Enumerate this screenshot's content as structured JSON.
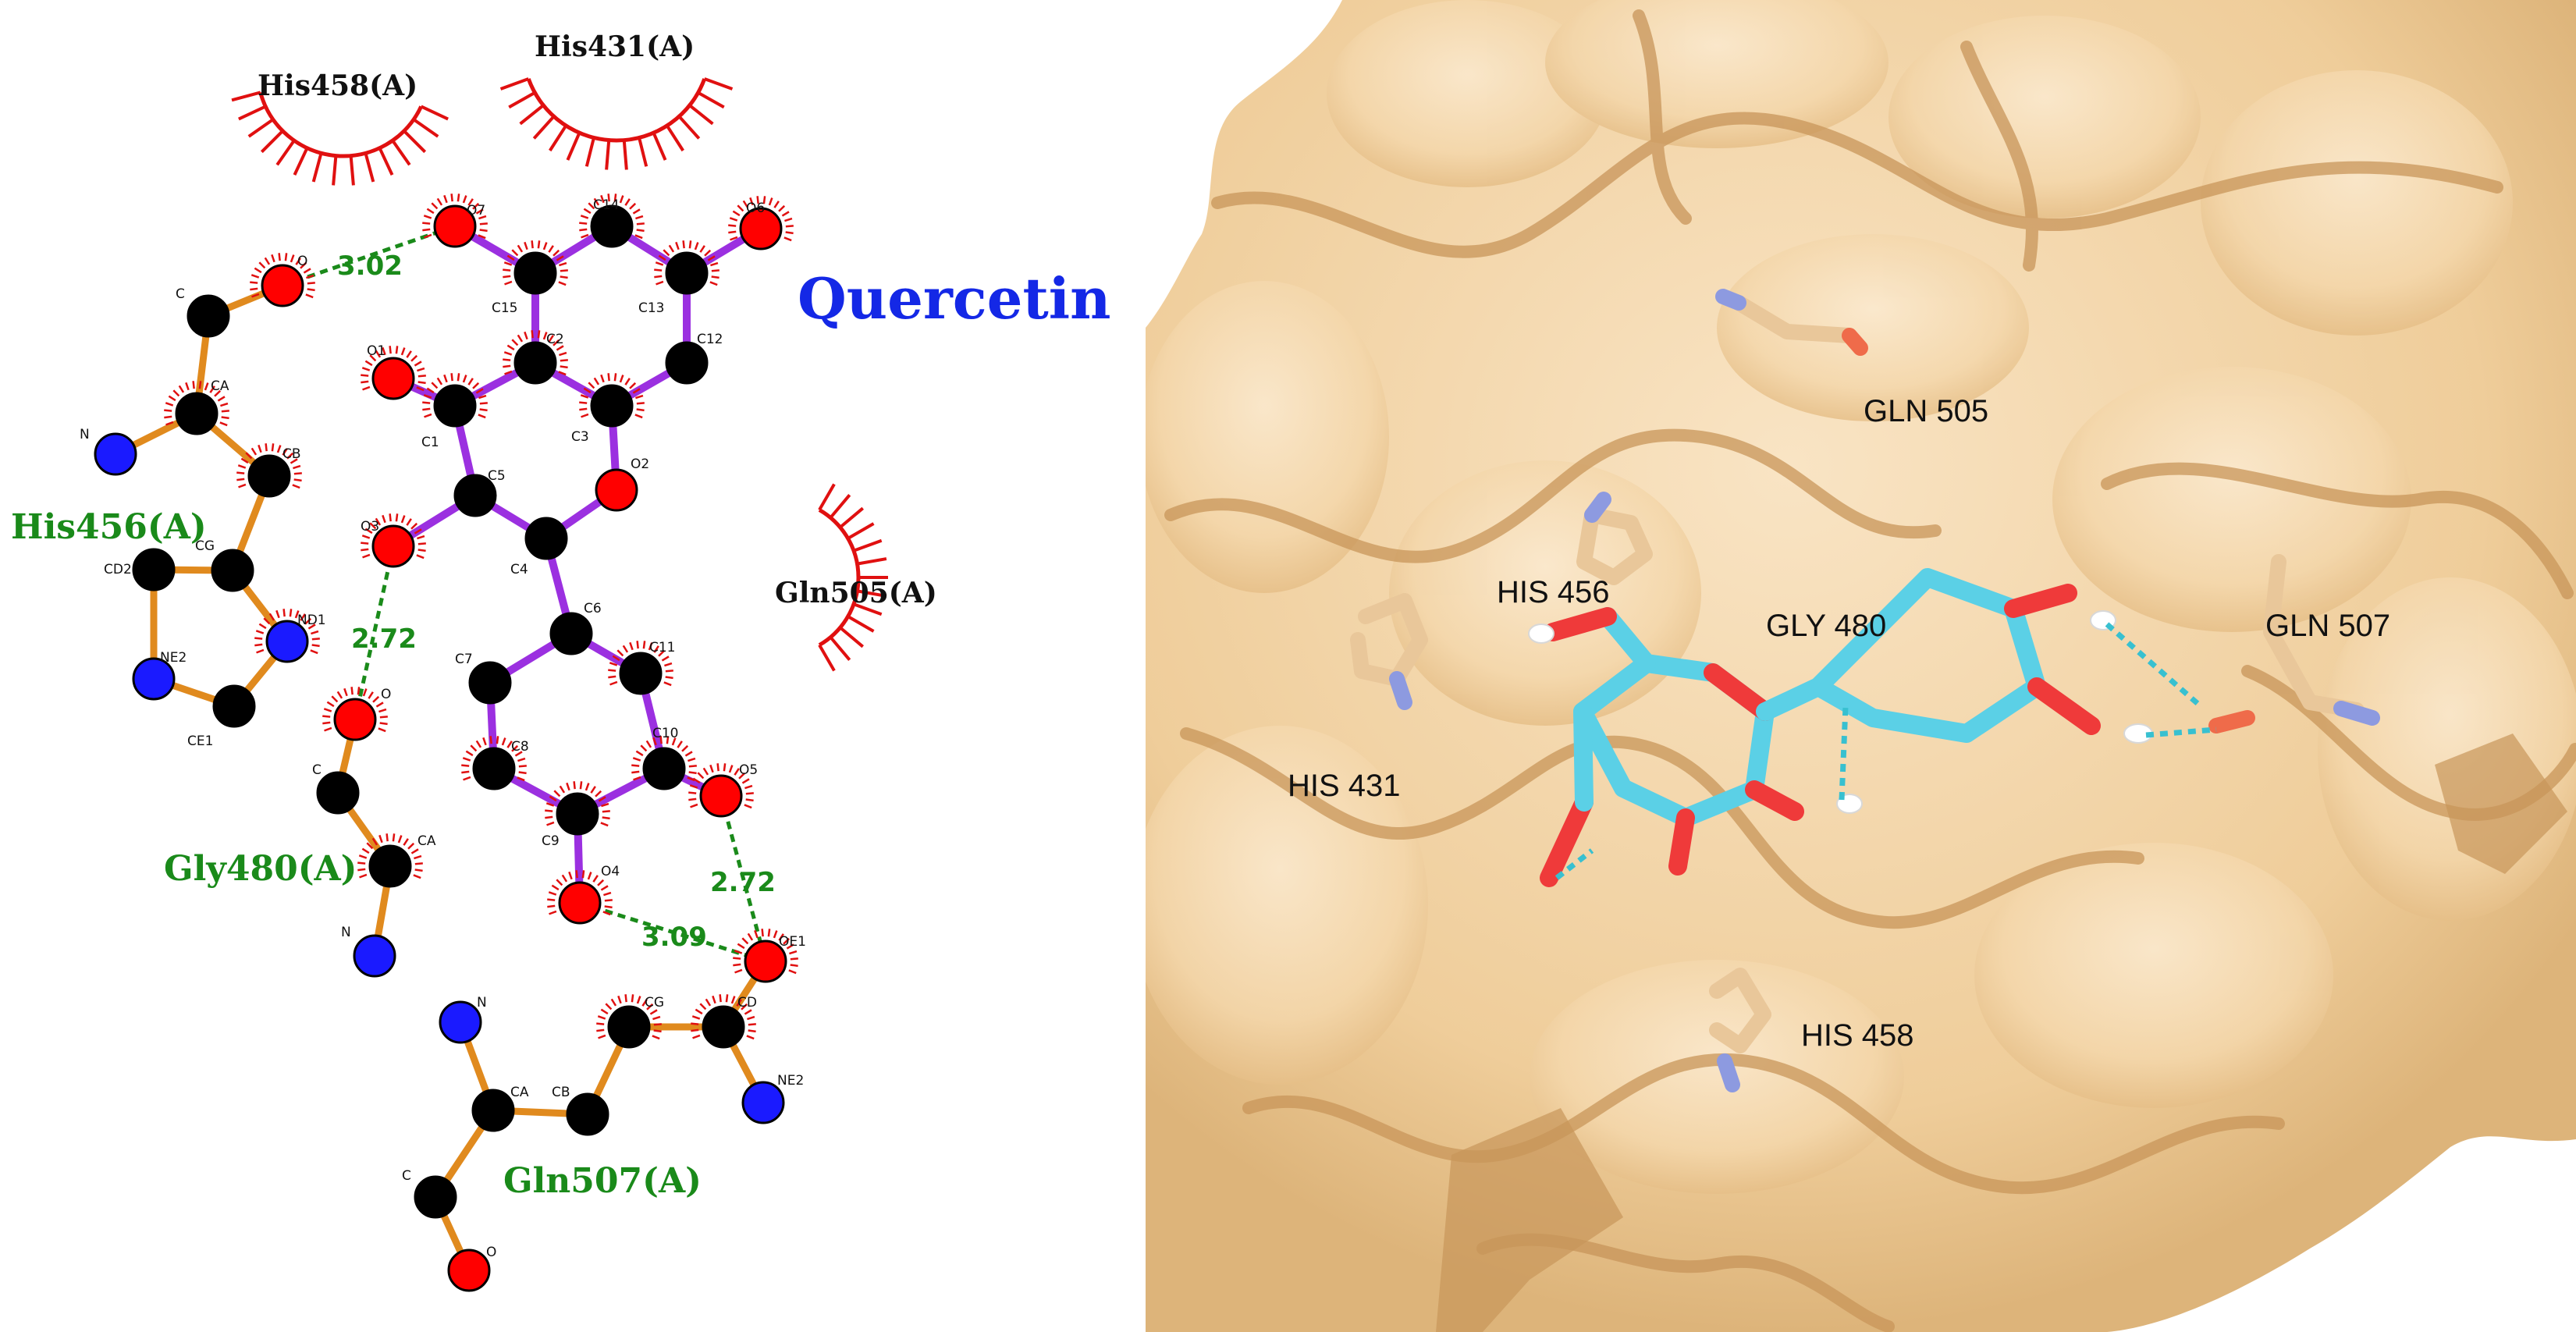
{
  "ligplot": {
    "ligand_name": "Quercetin",
    "hydrophobic_residues": [
      "His458(A)",
      "His431(A)",
      "Gln505(A)"
    ],
    "hbond_residues": [
      "His456(A)",
      "Gly480(A)",
      "Gln507(A)"
    ],
    "distances": [
      "3.02",
      "2.72",
      "2.72",
      "3.09"
    ],
    "atom_labels": {
      "ligand": [
        "O7",
        "C14",
        "O6",
        "C15",
        "C13",
        "C2",
        "C12",
        "O1",
        "C1",
        "C3",
        "O2",
        "C5",
        "O3",
        "C4",
        "C6",
        "C7",
        "C11",
        "C8",
        "C10",
        "O5",
        "C9",
        "O4"
      ],
      "his456": [
        "O",
        "C",
        "CA",
        "N",
        "CB",
        "CG",
        "CD2",
        "ND1",
        "NE2",
        "CE1"
      ],
      "gly480": [
        "O",
        "C",
        "CA",
        "N"
      ],
      "gln507": [
        "N",
        "CG",
        "CD",
        "CA",
        "CB",
        "NE2",
        "OE1",
        "C",
        "O"
      ]
    },
    "colors": {
      "carbon": "#000000",
      "oxygen": "#ff0000",
      "nitrogen": "#1a1aff",
      "ligand_bond": "#9b30e0",
      "residue_bond": "#e08a1e",
      "hbond": "#1a8a1a",
      "hydrophobic_arc": "#e01010"
    }
  },
  "view3d": {
    "residue_labels": [
      "GLN 505",
      "HIS 456",
      "GLY 480",
      "GLN 507",
      "HIS 431",
      "HIS 458"
    ],
    "colors": {
      "surface": "#f2d5a6",
      "ribbon": "#c8955a",
      "ligand": "#5bd0e6",
      "hbond": "#38c0d0"
    }
  }
}
